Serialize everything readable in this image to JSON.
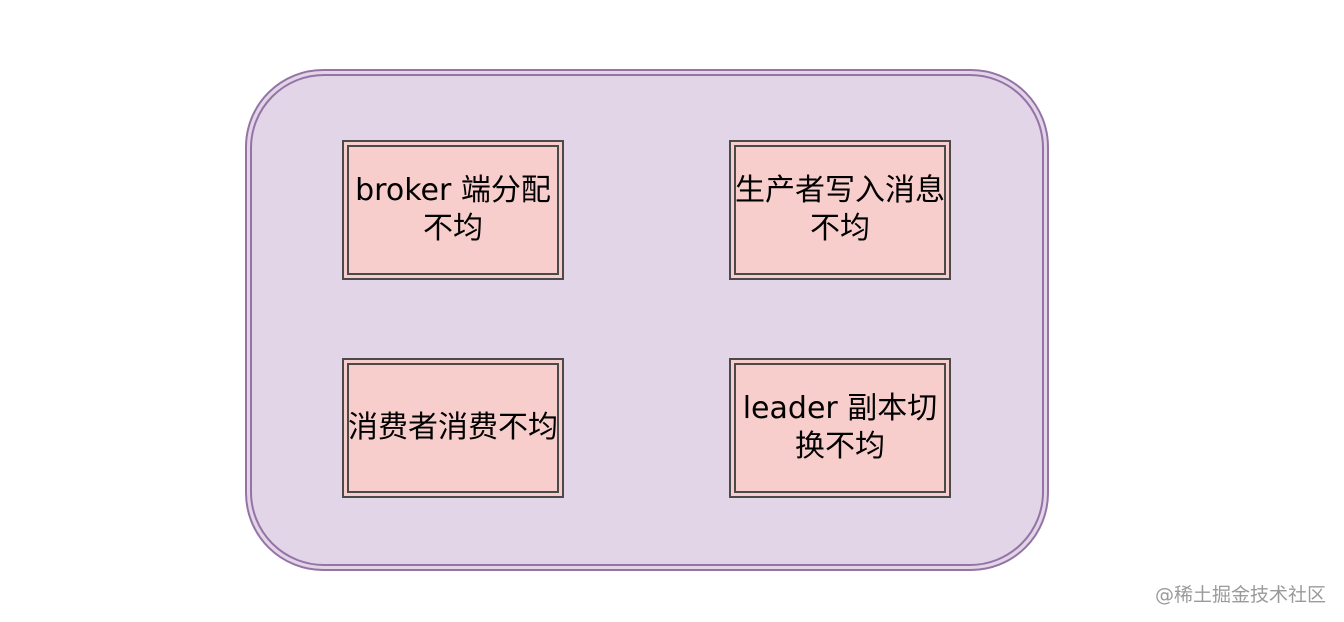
{
  "diagram": {
    "boxes": [
      {
        "id": "tl",
        "label": "broker 端分配不均"
      },
      {
        "id": "tr",
        "label": "生产者写入消息不均"
      },
      {
        "id": "bl",
        "label": "消费者消费不均"
      },
      {
        "id": "br",
        "label": "leader 副本切换不均"
      }
    ]
  },
  "watermark": "@稀土掘金技术社区",
  "colors": {
    "container_fill": "#e1d5e7",
    "container_stroke": "#9673a6",
    "box_fill": "#f8cecc",
    "box_stroke": "#4a4a4a"
  }
}
